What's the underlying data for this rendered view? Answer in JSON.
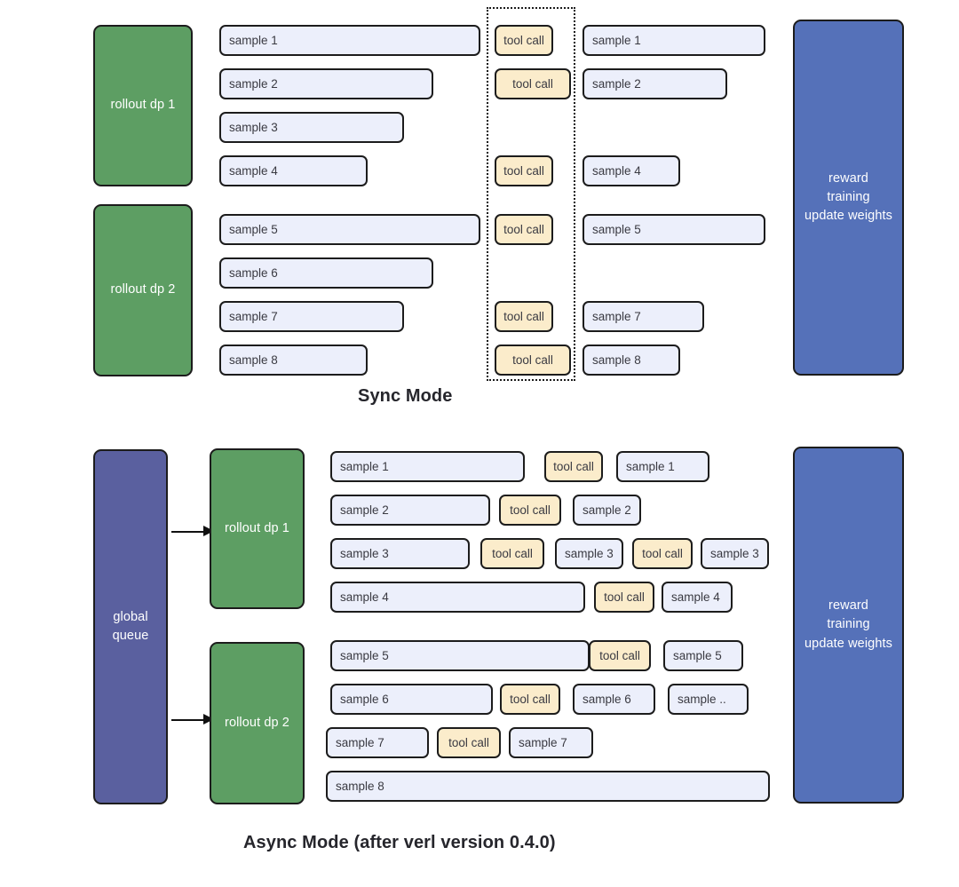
{
  "diagram": {
    "title_sync": "Sync Mode",
    "title_async": "Async Mode (after verl version 0.4.0)",
    "colors": {
      "rollout_block": "#5d9e63",
      "reward_block": "#5571b9",
      "queue_block": "#5a609f",
      "sample_pill": "#eceffb",
      "toolcall_pill": "#fbeccb",
      "outline": "#1c1c1c",
      "text_dark": "#3a3a42"
    }
  },
  "sync": {
    "caption": "Sync Mode",
    "rollout_dp_1": "rollout dp 1",
    "rollout_dp_2": "rollout dp 2",
    "reward_block": "reward\ntraining\nupdate weights",
    "reward_lines": [
      "reward",
      "training",
      "update weights"
    ],
    "rows": [
      {
        "sample": "sample 1",
        "tool": "tool call",
        "after": "sample 1"
      },
      {
        "sample": "sample 2",
        "tool": "tool call",
        "after": "sample 2"
      },
      {
        "sample": "sample 3",
        "tool": null,
        "after": null
      },
      {
        "sample": "sample 4",
        "tool": "tool call",
        "after": "sample 4"
      },
      {
        "sample": "sample 5",
        "tool": "tool call",
        "after": "sample 5"
      },
      {
        "sample": "sample 6",
        "tool": null,
        "after": null
      },
      {
        "sample": "sample 7",
        "tool": "tool call",
        "after": "sample 7"
      },
      {
        "sample": "sample 8",
        "tool": "tool call",
        "after": "sample 8"
      }
    ]
  },
  "async": {
    "caption": "Async Mode (after verl version 0.4.0)",
    "global_queue_lines": [
      "global",
      "queue"
    ],
    "rollout_dp_1": "rollout dp 1",
    "rollout_dp_2": "rollout dp 2",
    "reward_lines": [
      "reward",
      "training",
      "update weights"
    ],
    "rows": [
      {
        "segments": [
          "sample 1",
          "tool call",
          "sample 1"
        ]
      },
      {
        "segments": [
          "sample 2",
          "tool call",
          "sample 2"
        ]
      },
      {
        "segments": [
          "sample 3",
          "tool call",
          "sample 3",
          "tool call",
          "sample 3"
        ]
      },
      {
        "segments": [
          "sample 4",
          "tool call",
          "sample 4"
        ]
      },
      {
        "segments": [
          "sample 5",
          "tool call",
          "sample 5"
        ]
      },
      {
        "segments": [
          "sample 6",
          "tool call",
          "sample 6",
          "sample .."
        ]
      },
      {
        "segments": [
          "sample 7",
          "tool call",
          "sample 7"
        ]
      },
      {
        "segments": [
          "sample 8"
        ]
      }
    ]
  }
}
